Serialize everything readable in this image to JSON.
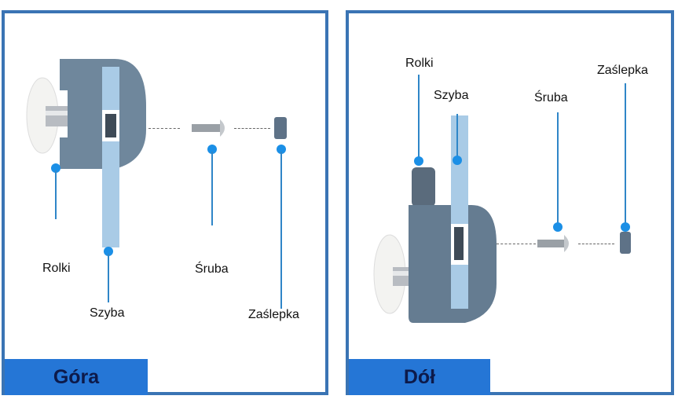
{
  "panels": [
    {
      "tag": "Góra",
      "labels": {
        "rolki": "Rolki",
        "szyba": "Szyba",
        "sruba": "Śruba",
        "zaslepka": "Zaślepka"
      }
    },
    {
      "tag": "Dół",
      "labels": {
        "rolki": "Rolki",
        "szyba": "Szyba",
        "sruba": "Śruba",
        "zaslepka": "Zaślepka"
      }
    }
  ],
  "colors": {
    "border": "#3a74b4",
    "tag_bg": "#2576d6",
    "tag_text": "#0d1a4a",
    "leader": "#2f86c8",
    "dot": "#1b8fe6",
    "body": "#6f879c",
    "glass": "#a9cbe6"
  }
}
